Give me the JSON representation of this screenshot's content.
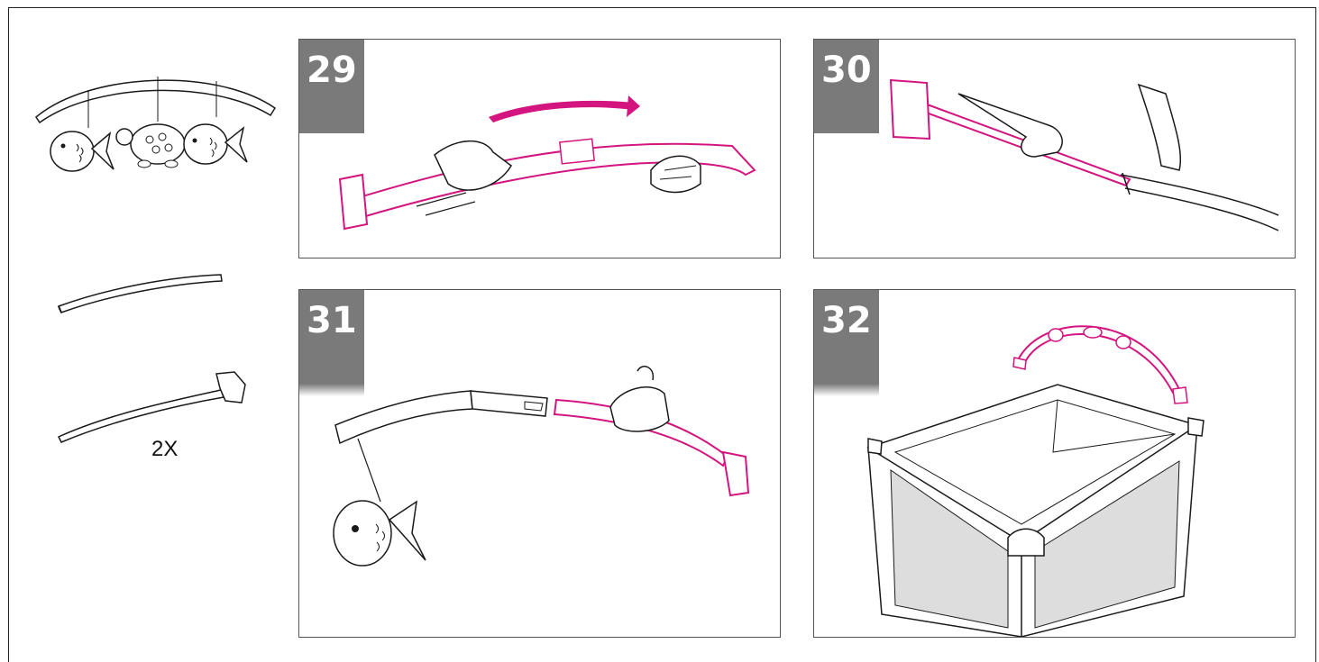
{
  "parts": {
    "quantity_label": "2X"
  },
  "steps": [
    {
      "number": "29"
    },
    {
      "number": "30"
    },
    {
      "number": "31"
    },
    {
      "number": "32"
    }
  ],
  "colors": {
    "accent": "#d4147f",
    "line": "#1a1a1a",
    "step_badge": "#7a7a7a"
  }
}
